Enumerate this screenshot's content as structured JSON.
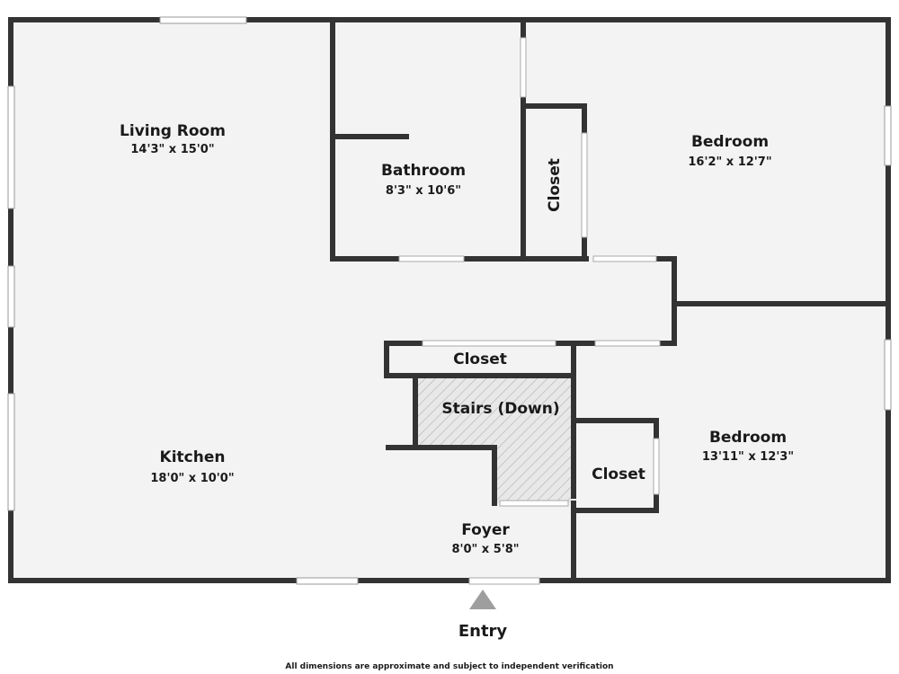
{
  "rooms": {
    "living_room": {
      "name": "Living Room",
      "dims": "14'3\" x 15'0\""
    },
    "bathroom": {
      "name": "Bathroom",
      "dims": "8'3\" x 10'6\""
    },
    "closet_upper": {
      "name": "Closet"
    },
    "bedroom_upper": {
      "name": "Bedroom",
      "dims": "16'2\" x 12'7\""
    },
    "closet_hall": {
      "name": "Closet"
    },
    "stairs": {
      "name": "Stairs (Down)"
    },
    "kitchen": {
      "name": "Kitchen",
      "dims": "18'0\" x 10'0\""
    },
    "closet_lower": {
      "name": "Closet"
    },
    "bedroom_lower": {
      "name": "Bedroom",
      "dims": "13'11\" x 12'3\""
    },
    "foyer": {
      "name": "Foyer",
      "dims": "8'0\" x 5'8\""
    }
  },
  "entry": {
    "label": "Entry"
  },
  "disclaimer": "All dimensions are approximate and subject to independent verification",
  "colors": {
    "wall": "#333333",
    "floor": "#f3f3f3",
    "stairs_fill": "#e8e8e8",
    "window": "#ffffff",
    "entry_arrow": "#9e9e9e"
  }
}
